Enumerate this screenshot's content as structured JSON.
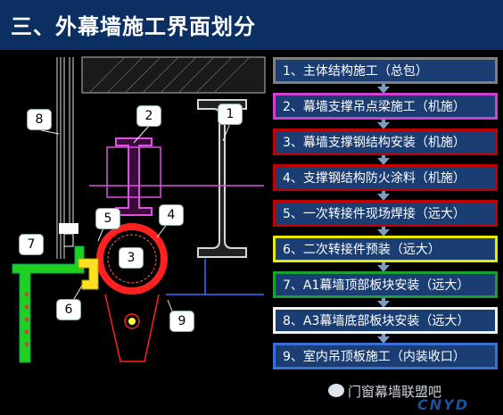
{
  "title": "三、外幕墙施工界面划分",
  "steps": [
    {
      "label": "1、主体结构施工（总包）",
      "color": "#7f7f7f"
    },
    {
      "label": "2、幕墙支撑吊点梁施工（机施）",
      "color": "#d040d0"
    },
    {
      "label": "3、幕墙支撑钢结构安装（机施）",
      "color": "#c00000"
    },
    {
      "label": "4、支撑钢结构防火涂料（机施）",
      "color": "#c00000"
    },
    {
      "label": "5、一次转接件现场焊接（远大）",
      "color": "#c00000"
    },
    {
      "label": "6、二次转接件预装（远大）",
      "color": "#e8e800"
    },
    {
      "label": "7、A1幕墙顶部板块安装（远大）",
      "color": "#19a032"
    },
    {
      "label": "8、A3幕墙底部板块安装（远大）",
      "color": "#f2f2f2"
    },
    {
      "label": "9、室内吊顶板施工（内装收口）",
      "color": "#3a6fd8"
    }
  ],
  "callouts": [
    "1",
    "2",
    "3",
    "4",
    "5",
    "6",
    "7",
    "8",
    "9"
  ],
  "watermark": {
    "text": "门窗幕墙联盟吧",
    "logo": "CNYD",
    "icon": "wechat-icon"
  }
}
